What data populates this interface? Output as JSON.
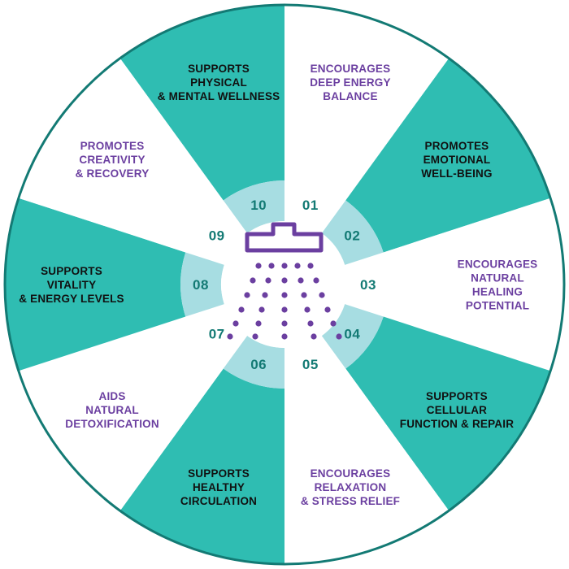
{
  "colors": {
    "teal": "#2fbdb2",
    "light_teal": "#a7dde2",
    "ring": "#137a74",
    "purple": "#6b3fa0",
    "dark_text": "#111111",
    "number": "#137a74"
  },
  "center_icon": "shower-head-icon",
  "segments": [
    {
      "number": "01",
      "lines": [
        "ENCOURAGES",
        "DEEP ENERGY",
        "BALANCE"
      ],
      "fill": "white",
      "text_color": "purple"
    },
    {
      "number": "02",
      "lines": [
        "PROMOTES",
        "EMOTIONAL",
        "WELL-BEING"
      ],
      "fill": "teal",
      "text_color": "dark"
    },
    {
      "number": "03",
      "lines": [
        "ENCOURAGES",
        "NATURAL",
        "HEALING",
        "POTENTIAL"
      ],
      "fill": "white",
      "text_color": "purple"
    },
    {
      "number": "04",
      "lines": [
        "SUPPORTS",
        "CELLULAR",
        "FUNCTION & REPAIR"
      ],
      "fill": "teal",
      "text_color": "dark"
    },
    {
      "number": "05",
      "lines": [
        "ENCOURAGES",
        "RELAXATION",
        "& STRESS RELIEF"
      ],
      "fill": "white",
      "text_color": "purple"
    },
    {
      "number": "06",
      "lines": [
        "SUPPORTS",
        "HEALTHY",
        "CIRCULATION"
      ],
      "fill": "teal",
      "text_color": "dark"
    },
    {
      "number": "07",
      "lines": [
        "AIDS",
        "NATURAL",
        "DETOXIFICATION"
      ],
      "fill": "white",
      "text_color": "purple"
    },
    {
      "number": "08",
      "lines": [
        "SUPPORTS",
        "VITALITY",
        "& ENERGY LEVELS"
      ],
      "fill": "teal",
      "text_color": "dark"
    },
    {
      "number": "09",
      "lines": [
        "PROMOTES",
        "CREATIVITY",
        "& RECOVERY"
      ],
      "fill": "white",
      "text_color": "purple"
    },
    {
      "number": "10",
      "lines": [
        "SUPPORTS",
        "PHYSICAL",
        "& MENTAL WELLNESS"
      ],
      "fill": "teal",
      "text_color": "dark"
    }
  ]
}
